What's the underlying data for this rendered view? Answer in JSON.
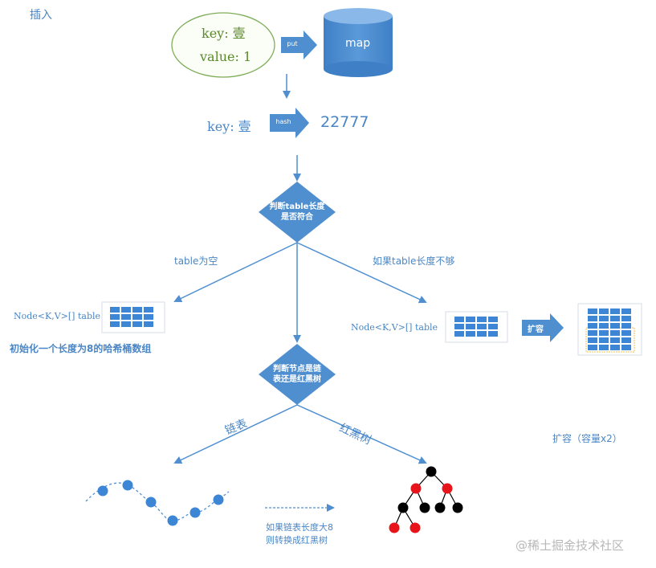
{
  "title": "插入",
  "oval": {
    "key": "key: 壹",
    "value": "value: 1"
  },
  "put_label": "put",
  "map_label": "map",
  "hash_key": "key: 壹",
  "hash_label": "hash",
  "hash_value": "22777",
  "decision1": {
    "line1": "判断table长度",
    "line2": "是否符合"
  },
  "branch_left": "table为空",
  "branch_right": "如果table长度不够",
  "left_table": "Node<K,V>[] table",
  "init_text": "初始化一个长度为8的哈希桶数组",
  "right_table": "Node<K,V>[] table",
  "expand_btn": "扩容",
  "expand_caption": "扩容（容量x2）",
  "decision2": {
    "line1": "判断节点是链",
    "line2": "表还是红黑树"
  },
  "branch_list": "链表",
  "branch_tree": "红黑树",
  "convert_note": {
    "line1": "如果链表长度大8",
    "line2": "则转换成红黑树"
  },
  "watermark": "@稀土掘金技术社区",
  "colors": {
    "primary": "#4f8fd0",
    "node_blue": "#3d86d6",
    "tree_black": "#000000",
    "tree_red": "#e8141c",
    "oval_border": "#7fae5a"
  }
}
